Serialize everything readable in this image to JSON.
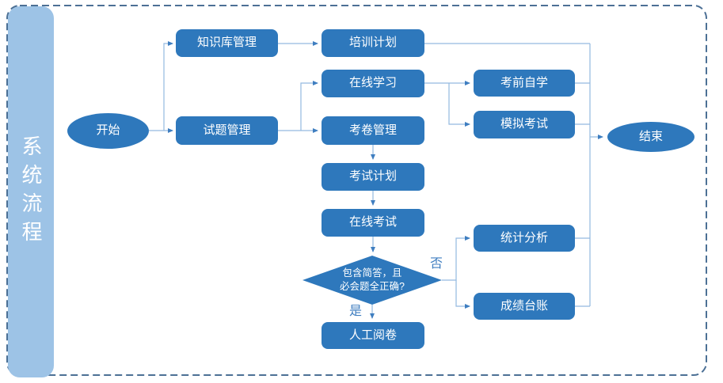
{
  "sidebar": {
    "title": "系统流程"
  },
  "colors": {
    "canvas_bg": "#FFFFFF",
    "node_fill": "#2E78BC",
    "node_text": "#FFFFFF",
    "sidebar_fill": "#9DC3E6",
    "connector": "#93B9E0",
    "arrowhead": "#3F7EC0",
    "frame_dash": "#4C7095",
    "edge_label": "#3F7EC0"
  },
  "nodes": {
    "start": {
      "label": "开始",
      "shape": "ellipse"
    },
    "knowledge_base": {
      "label": "知识库管理",
      "shape": "rect"
    },
    "training_plan": {
      "label": "培训计划",
      "shape": "rect"
    },
    "question_mgmt": {
      "label": "试题管理",
      "shape": "rect"
    },
    "online_learning": {
      "label": "在线学习",
      "shape": "rect"
    },
    "exam_paper_mgmt": {
      "label": "考卷管理",
      "shape": "rect"
    },
    "exam_plan": {
      "label": "考试计划",
      "shape": "rect"
    },
    "online_exam": {
      "label": "在线考试",
      "shape": "rect"
    },
    "pre_exam_self_study": {
      "label": "考前自学",
      "shape": "rect"
    },
    "mock_exam": {
      "label": "模拟考试",
      "shape": "rect"
    },
    "decision": {
      "line1": "包含简答，且",
      "line2": "必会题全正确?",
      "shape": "diamond"
    },
    "stats_analysis": {
      "label": "统计分析",
      "shape": "rect"
    },
    "score_ledger": {
      "label": "成绩台账",
      "shape": "rect"
    },
    "manual_grading": {
      "label": "人工阅卷",
      "shape": "rect"
    },
    "end": {
      "label": "结束",
      "shape": "ellipse"
    }
  },
  "edge_labels": {
    "no": "否",
    "yes": "是"
  }
}
